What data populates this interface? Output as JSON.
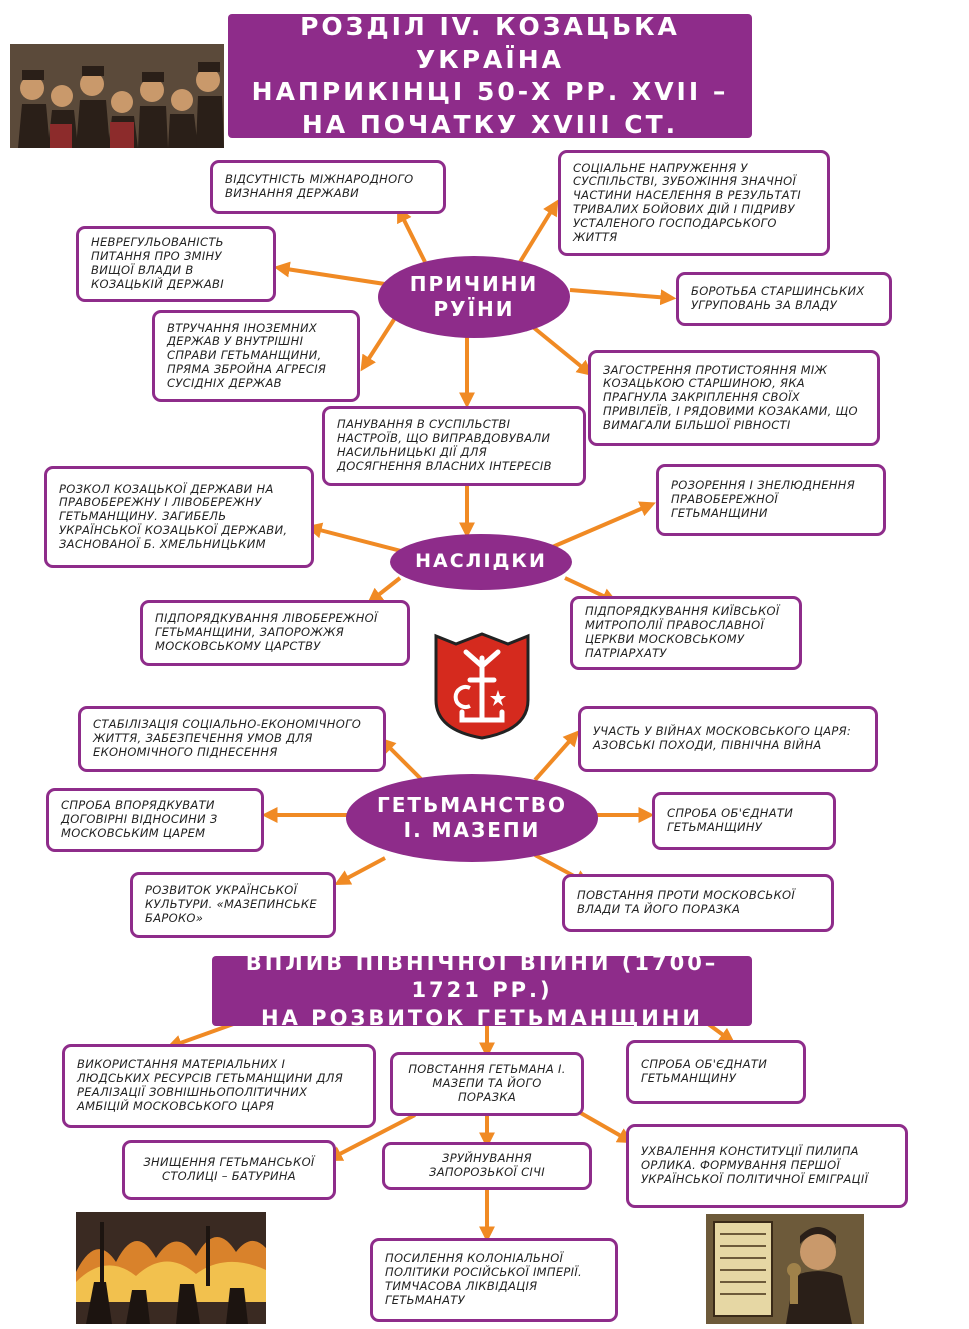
{
  "title": {
    "line1": "Розділ IV. Козацька Україна",
    "line2": "наприкінці 50-х рр. XVII –",
    "line3": "на початку XVIII ст."
  },
  "causes": {
    "label_line1": "Причини",
    "label_line2": "руїни",
    "items": [
      "Відсутність міжнародного визнання держави",
      "Соціальне напруження у суспільстві, зубожіння значної частини населення в результаті тривалих бойових дій і підриву усталеного господарського життя",
      "Неврегульованість питання про зміну вищої влади в козацькій державі",
      "Боротьба старшинських угруповань за владу",
      "Втручання іноземних держав у внутрішні справи Гетьманщини, пряма збройна агресія сусідніх держав",
      "Загострення протистояння між козацькою старшиною, яка прагнула закріплення своїх привілеїв, і рядовими козаками, що вимагали більшої рівності",
      "Панування в суспільстві настроїв, що виправдовували насильницькі дії для досягнення власних інтересів"
    ]
  },
  "consequences": {
    "label": "Наслідки",
    "items": [
      "Розкол козацької держави на Правобережну і Лівобережну Гетьманщину. Загибель Української козацької держави, заснованої Б. Хмельницьким",
      "Розорення і знелюднення Правобережної Гетьманщини",
      "Підпорядкування Лівобережної Гетьманщини, Запорожжя Московському царству",
      "Підпорядкування Київської митрополії православної церкви Московському патріархату"
    ]
  },
  "mazepa": {
    "label_line1": "Гетьманство",
    "label_line2": "І. Мазепи",
    "items": [
      "Стабілізація соціально-економічного життя, забезпечення умов для економічного піднесення",
      "Участь у війнах московського царя: Азовські походи, Північна війна",
      "Спроба впорядкувати договірні відносини з московським царем",
      "Спроба об'єднати Гетьманщину",
      "Розвиток української культури. «Мазепинське бароко»",
      "Повстання проти московської влади та його поразка"
    ]
  },
  "north_war": {
    "line1": "Вплив Північної війни (1700–1721 рр.)",
    "line2": "на розвиток Гетьманщини",
    "items": [
      "Використання матеріальних і людських ресурсів Гетьманщини для реалізації зовнішньополітичних амбіцій московського царя",
      "Повстання гетьмана І. Мазепи та його поразка",
      "Спроба об'єднати Гетьманщину",
      "Знищення гетьманської столиці – Батурина",
      "Зруйнування Запорозької Січі",
      "Ухвалення Конституції Пилипа Орлика. Формування першої української політичної еміграції",
      "Посилення колоніальної політики Російської імперії. Тимчасова ліквідація Гетьманату"
    ]
  },
  "colors": {
    "accent": "#8e2c8a",
    "arrow": "#f08a24",
    "shield": "#d52a1e"
  },
  "icons": [
    "cossacks-illustration",
    "mazepa-coat-of-arms",
    "baturyn-fire-illustration",
    "orlyk-constitution-illustration"
  ]
}
